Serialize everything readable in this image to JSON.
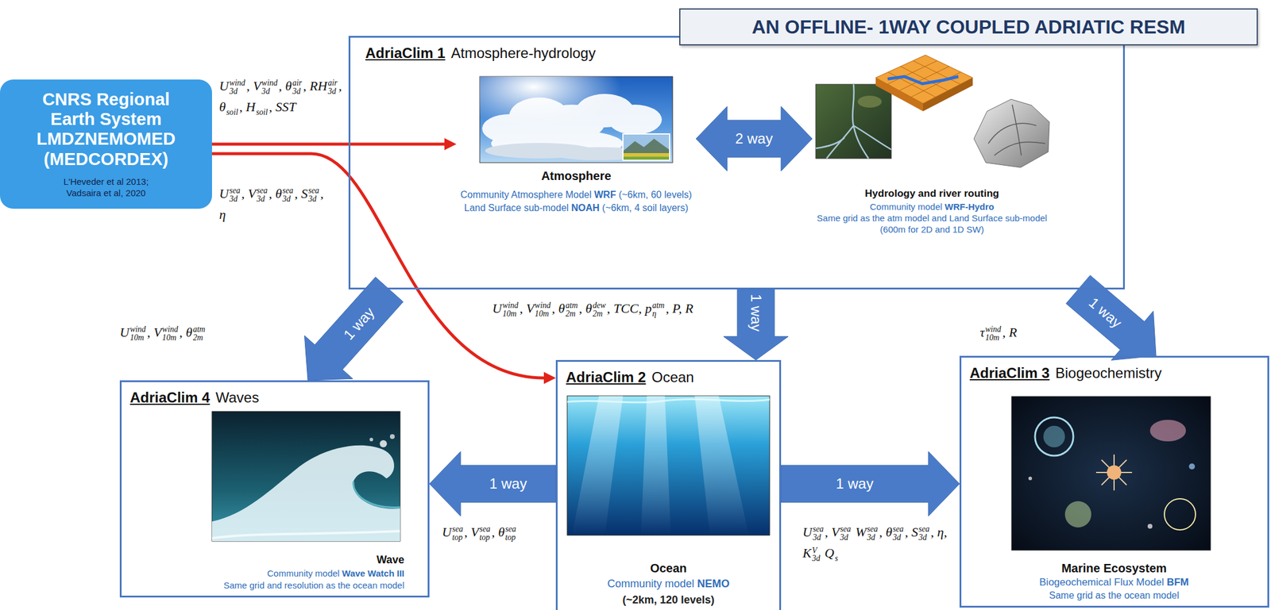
{
  "diagram": {
    "title": "AN OFFLINE- 1WAY COUPLED ADRIATIC RESM",
    "nodes": [
      {
        "text": [
          "CNRS Regional Earth System LMDZNEMOMED (MEDCORDEX)",
          "L'Heveder et al 2013; Vadsaira et al, 2020"
        ]
      },
      {
        "text": [
          "AdriaClim 1",
          "Atmosphere-hydrology"
        ]
      },
      {
        "text": [
          "Atmosphere",
          "Community Atmosphere Model WRF (~6km, 60 levels)",
          "Land Surface sub-model NOAH (~6km, 4 soil layers)"
        ],
        "in": 1
      },
      {
        "text": [
          "Hydrology and river routing",
          "Community model WRF-Hydro",
          "Same grid as the atm model and Land Surface sub-model",
          "(600m for 2D and 1D SW)"
        ],
        "in": 1
      },
      {
        "text": [
          "AdriaClim 4",
          "Waves",
          "Wave",
          "Community model Wave Watch III",
          "Same grid and resolution as the ocean model"
        ]
      },
      {
        "text": [
          "AdriaClim 2",
          "Ocean",
          "Ocean",
          "Community model NEMO",
          "(~2km, 120 levels)"
        ]
      },
      {
        "text": [
          "AdriaClim 3",
          "Biogeochemistry",
          "Marine Ecosystem",
          "Biogeochemical Flux Model BFM",
          "Same grid as the ocean model"
        ]
      }
    ],
    "edges": [
      {
        "from": 0,
        "to": 2,
        "arrow": "to",
        "label": "U3dwind, V3dwind, θ3dair, RH3dair, θsoil, Hsoil, SST"
      },
      {
        "from": 0,
        "to": 5,
        "arrow": "to",
        "label": "U3dsea, V3dsea, θ3dsea, S3dsea, η"
      },
      {
        "from": 2,
        "to": 3,
        "arrow": "both",
        "label": "2 way"
      },
      {
        "from": 1,
        "to": 4,
        "arrow": "to",
        "label": "1 way"
      },
      {
        "from": 1,
        "to": 5,
        "arrow": "to",
        "label": "1 way"
      },
      {
        "from": 1,
        "to": 6,
        "arrow": "to",
        "label": "1 way"
      },
      {
        "from": 5,
        "to": 4,
        "arrow": "to",
        "label": "1 way"
      },
      {
        "from": 5,
        "to": 6,
        "arrow": "to",
        "label": "1 way"
      }
    ],
    "labels": [
      "U10mwind, V10mwind, θ2matm",
      "U10mwind, V10mwind, θ2matm, θ2mdew, TCC, pηatm, P, R",
      "τ10mwind, R",
      "Utopsea, Vtopsea, θtopsea",
      "U3dsea, V3dsea W3dsea, θ3dsea, S3dsea, η, K3dV Qs"
    ]
  }
}
